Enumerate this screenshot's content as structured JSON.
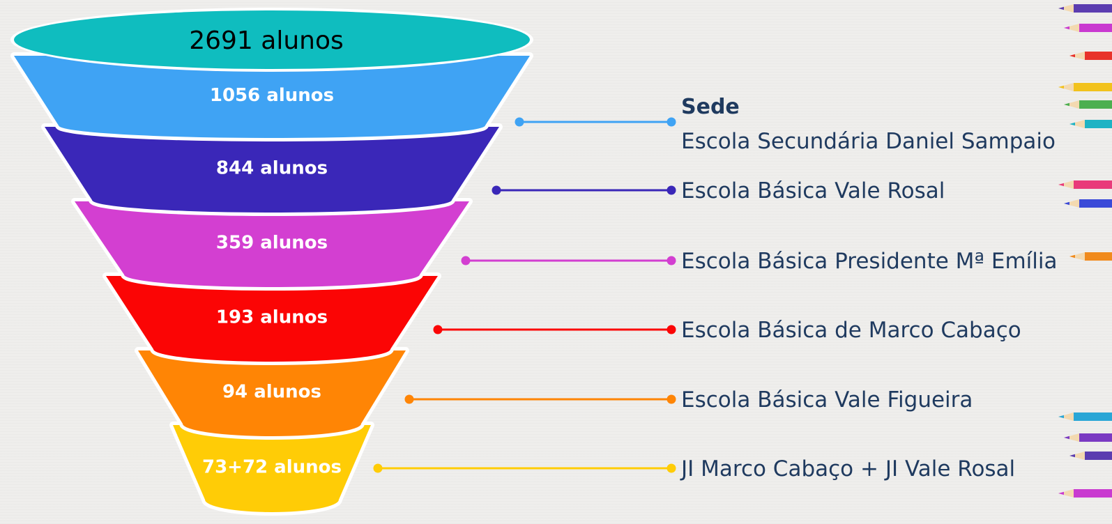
{
  "funnel": {
    "top": {
      "label": "2691 alunos",
      "color": "#0fbdbf"
    },
    "levels": [
      {
        "label": "1056 alunos",
        "color": "#3fa3f4",
        "school_heading": "Sede",
        "school": "Escola Secundária Daniel Sampaio"
      },
      {
        "label": "844 alunos",
        "color": "#3a27b8",
        "school": "Escola Básica Vale Rosal"
      },
      {
        "label": "359 alunos",
        "color": "#d33fd1",
        "school": "Escola Básica Presidente Mª Emília"
      },
      {
        "label": "193 alunos",
        "color": "#fb0505",
        "school": "Escola Básica de Marco Cabaço"
      },
      {
        "label": "94 alunos",
        "color": "#ff8505",
        "school": "Escola Básica Vale Figueira"
      },
      {
        "label": "73+72 alunos",
        "color": "#ffcc06",
        "school": "JI Marco Cabaço + JI Vale Rosal"
      }
    ]
  },
  "decoration": {
    "pencil_colors": [
      "#5b3db0",
      "#c93ad0",
      "#e8322a",
      "#f2c21c",
      "#4caf50",
      "#1eb3c4",
      "#e93a7a",
      "#3a4ad8",
      "#f08a1c",
      "#2aa6d6",
      "#7a3ac2"
    ]
  }
}
